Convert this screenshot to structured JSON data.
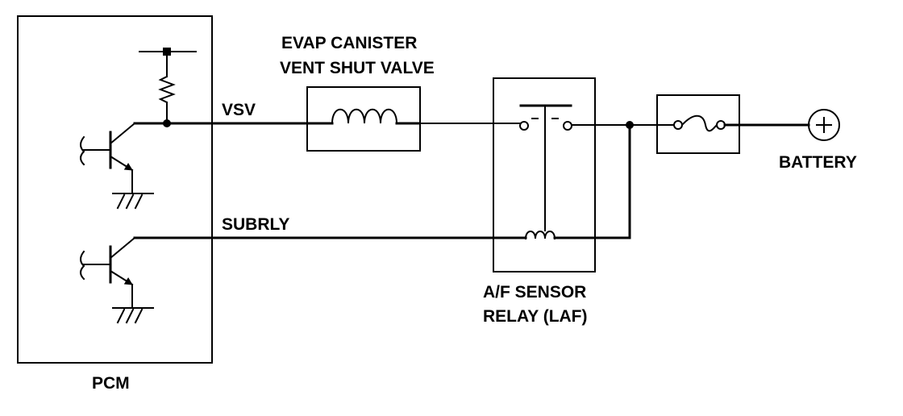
{
  "labels": {
    "pcm": "PCM",
    "vsv_signal": "VSV",
    "subrly_signal": "SUBRLY",
    "evap_line1": "EVAP CANISTER",
    "evap_line2": "VENT SHUT VALVE",
    "af_line1": "A/F SENSOR",
    "af_line2": "RELAY (LAF)",
    "battery": "BATTERY"
  },
  "colors": {
    "ink": "#000000",
    "background": "#ffffff"
  }
}
